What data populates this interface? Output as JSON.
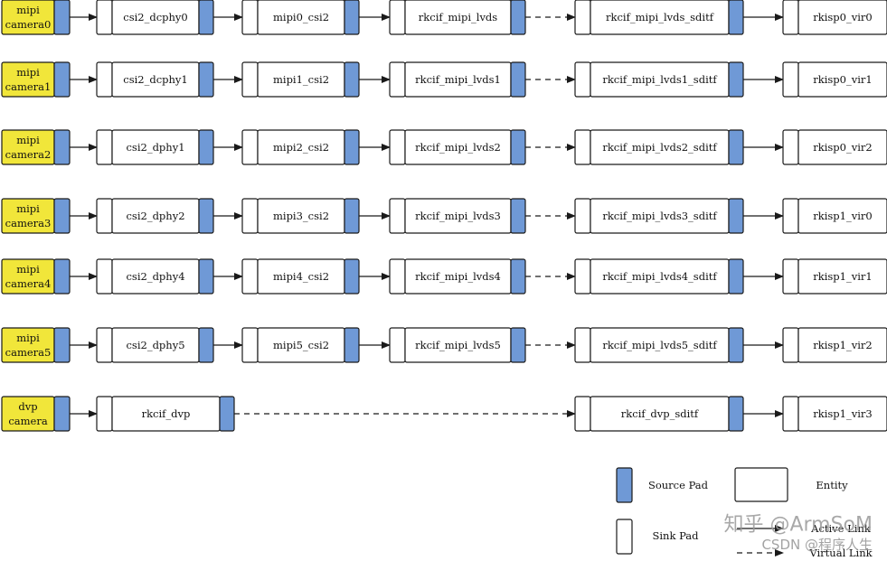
{
  "colors": {
    "camera_fill": "#f1e63a",
    "source_pad": "#6f99d6",
    "stroke": "#1a1a1a"
  },
  "rows": [
    {
      "camera": [
        "mipi",
        "camera0"
      ],
      "dphy": "csi2_dcphy0",
      "csi": "mipi0_csi2",
      "lvds": "rkcif_mipi_lvds",
      "sditf": "rkcif_mipi_lvds_sditf",
      "vir": "rkisp0_vir0"
    },
    {
      "camera": [
        "mipi",
        "camera1"
      ],
      "dphy": "csi2_dcphy1",
      "csi": "mipi1_csi2",
      "lvds": "rkcif_mipi_lvds1",
      "sditf": "rkcif_mipi_lvds1_sditf",
      "vir": "rkisp0_vir1"
    },
    {
      "camera": [
        "mipi",
        "camera2"
      ],
      "dphy": "csi2_dphy1",
      "csi": "mipi2_csi2",
      "lvds": "rkcif_mipi_lvds2",
      "sditf": "rkcif_mipi_lvds2_sditf",
      "vir": "rkisp0_vir2"
    },
    {
      "camera": [
        "mipi",
        "camera3"
      ],
      "dphy": "csi2_dphy2",
      "csi": "mipi3_csi2",
      "lvds": "rkcif_mipi_lvds3",
      "sditf": "rkcif_mipi_lvds3_sditf",
      "vir": "rkisp1_vir0"
    },
    {
      "camera": [
        "mipi",
        "camera4"
      ],
      "dphy": "csi2_dphy4",
      "csi": "mipi4_csi2",
      "lvds": "rkcif_mipi_lvds4",
      "sditf": "rkcif_mipi_lvds4_sditf",
      "vir": "rkisp1_vir1"
    },
    {
      "camera": [
        "mipi",
        "camera5"
      ],
      "dphy": "csi2_dphy5",
      "csi": "mipi5_csi2",
      "lvds": "rkcif_mipi_lvds5",
      "sditf": "rkcif_mipi_lvds5_sditf",
      "vir": "rkisp1_vir2"
    }
  ],
  "dvp_row": {
    "camera": [
      "dvp",
      "camera"
    ],
    "dvp": "rkcif_dvp",
    "sditf": "rkcif_dvp_sditf",
    "vir": "rkisp1_vir3"
  },
  "legend": {
    "source_pad": "Source Pad",
    "entity": "Entity",
    "sink_pad": "Sink Pad",
    "active_link": "Active Link",
    "virtual_link": "Virtual Link"
  },
  "watermark": {
    "line1": "知乎 @ArmSoM",
    "line2": "CSDN @程序人生"
  }
}
